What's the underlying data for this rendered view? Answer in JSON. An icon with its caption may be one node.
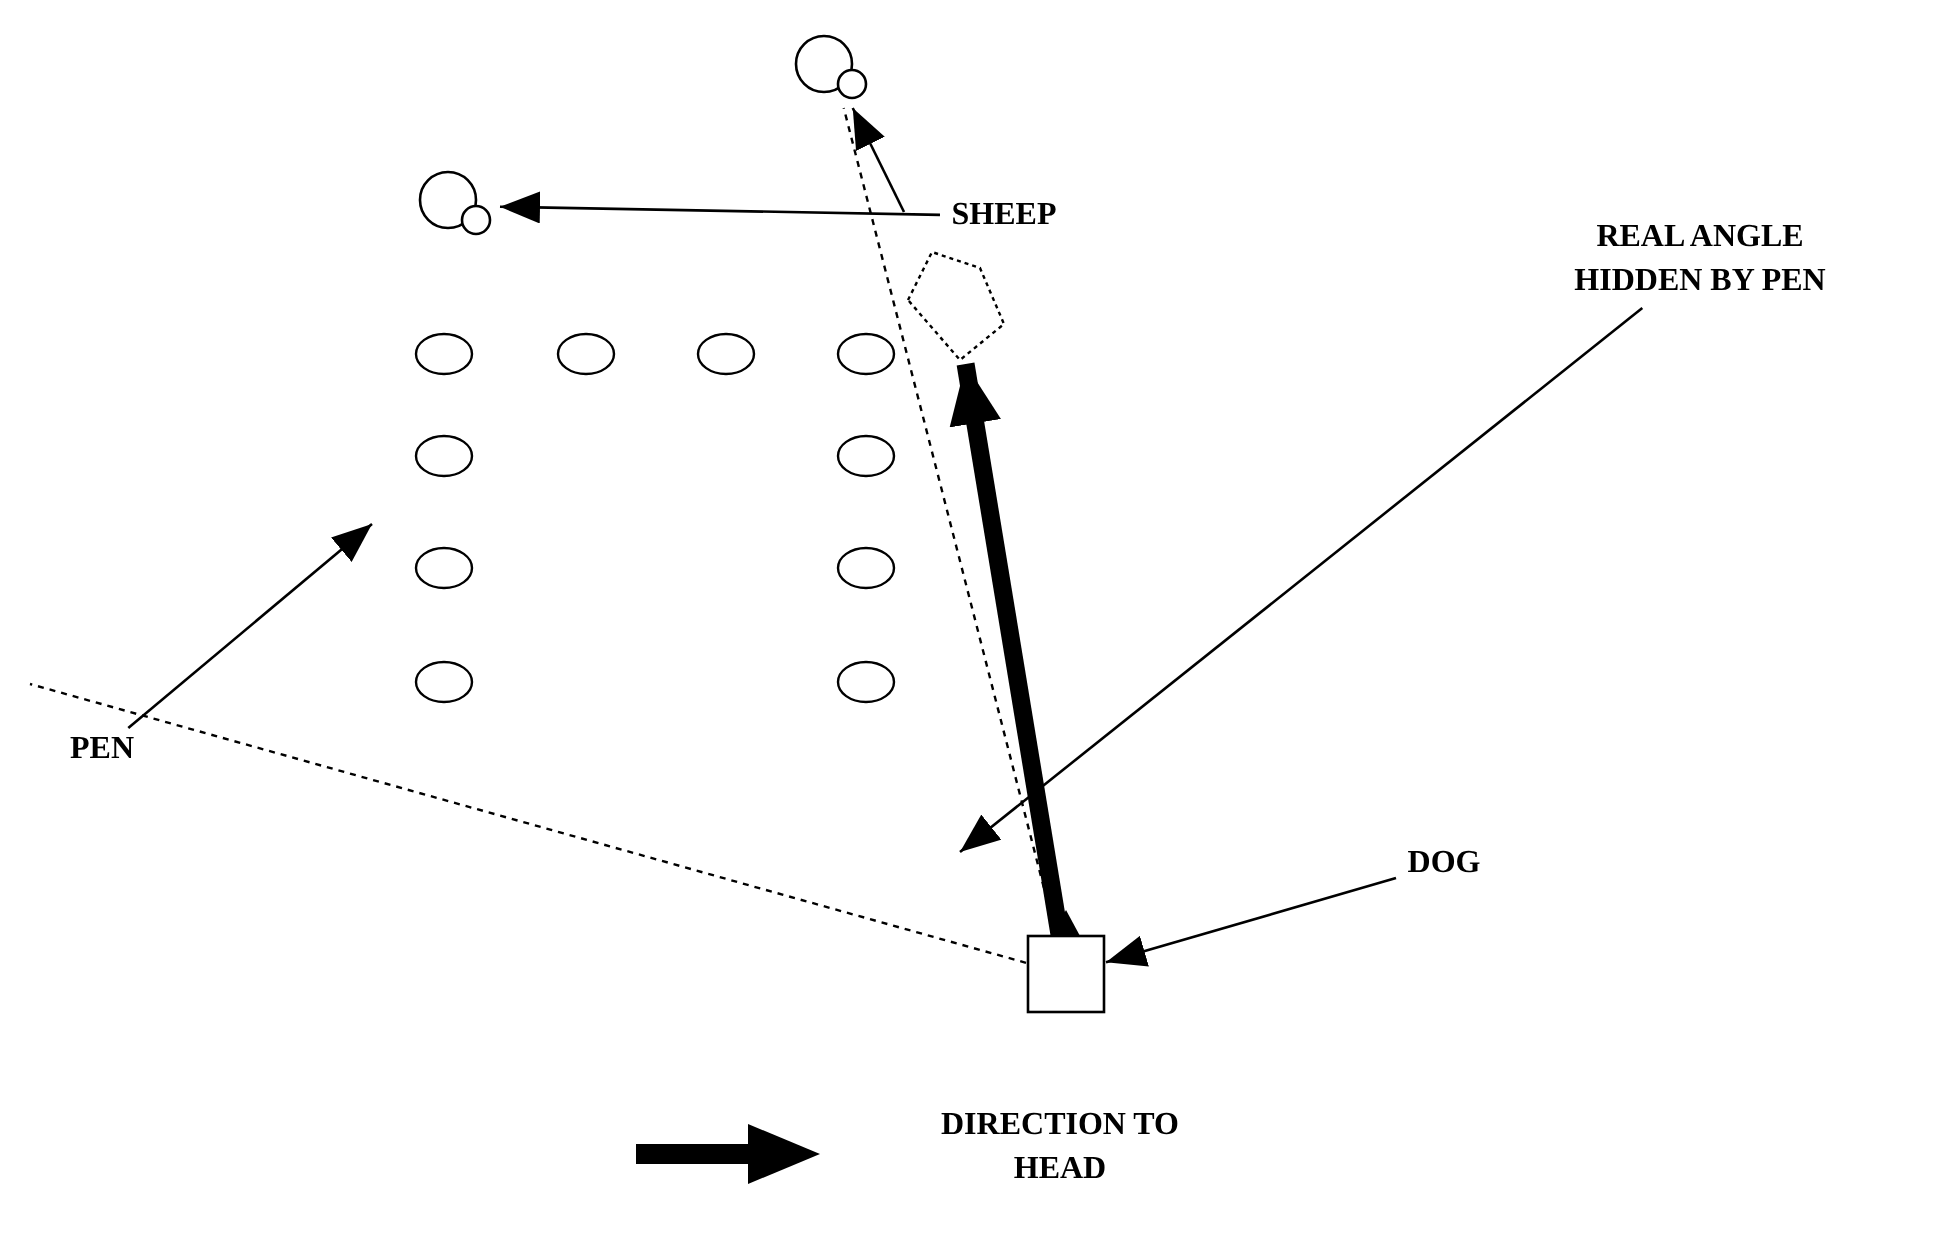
{
  "diagram": {
    "nodes": [
      {
        "text": [],
        "shape": "circle"
      },
      {
        "text": [],
        "shape": "circle"
      },
      {
        "text": [
          "SHEEP"
        ]
      },
      {
        "text": [],
        "shape": "box"
      },
      {
        "text": [],
        "shape": "ellipse"
      },
      {
        "text": [],
        "shape": "ellipse"
      },
      {
        "text": [],
        "shape": "ellipse"
      },
      {
        "text": [],
        "shape": "ellipse"
      },
      {
        "text": [],
        "shape": "ellipse"
      },
      {
        "text": [],
        "shape": "ellipse"
      },
      {
        "text": [],
        "shape": "ellipse"
      },
      {
        "text": [],
        "shape": "ellipse"
      },
      {
        "text": [],
        "shape": "ellipse"
      },
      {
        "text": [],
        "shape": "ellipse"
      },
      {
        "text": [
          "REAL ANGLE HIDDEN BY PEN"
        ]
      },
      {
        "text": [
          "PEN"
        ]
      },
      {
        "text": [
          "DOG"
        ]
      },
      {
        "text": [],
        "shape": "box"
      }
    ],
    "edges": [
      {
        "from": null,
        "to": 0,
        "arrow": "to"
      },
      {
        "from": 2,
        "to": 1,
        "arrow": "to"
      },
      {
        "from": 17,
        "to": 3,
        "arrow": "to",
        "style": "thick"
      },
      {
        "from": 17,
        "to": 0,
        "arrow": "none",
        "style": "dashed"
      },
      {
        "from": 17,
        "to": null,
        "arrow": "none",
        "style": "dashed"
      },
      {
        "from": 14,
        "to": null,
        "arrow": "to"
      },
      {
        "from": 15,
        "to": null,
        "arrow": "to"
      },
      {
        "from": 16,
        "to": 17,
        "arrow": "to"
      }
    ],
    "legend": [
      {
        "text": "DIRECTION TO HEAD"
      }
    ]
  }
}
